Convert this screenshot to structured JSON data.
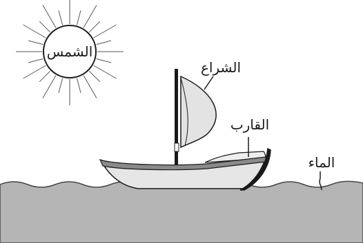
{
  "labels": {
    "sun": "الشمس",
    "sail": "الشراع",
    "boat": "القارب",
    "water": "الماء"
  },
  "colors": {
    "water": "#b5b5b5",
    "hull": "#e6e6e6",
    "deck_stripe": "#8a8a8a",
    "sail": "#e3e3e3",
    "outline": "#1a1a1a"
  }
}
